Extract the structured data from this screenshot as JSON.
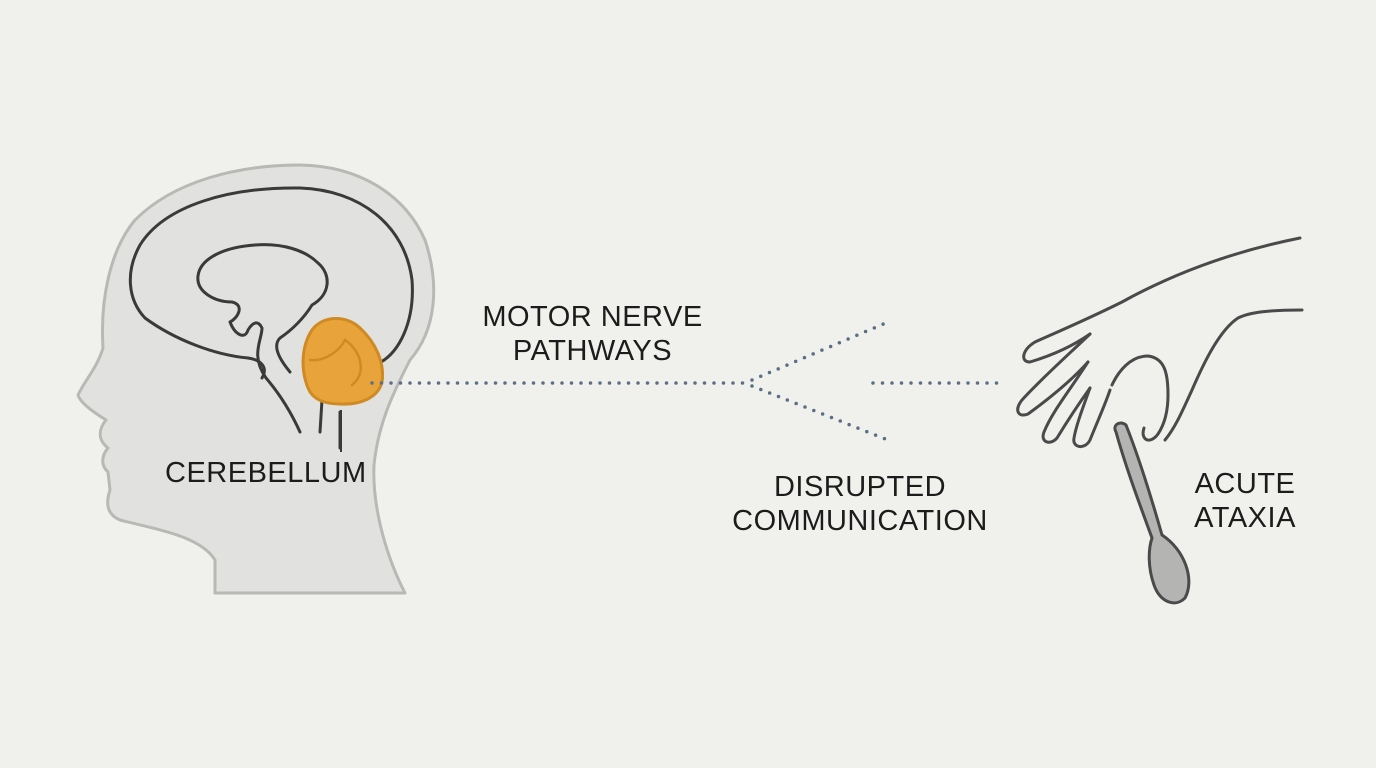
{
  "labels": {
    "cerebellum": "CEREBELLUM",
    "pathways_line1": "MOTOR NERVE",
    "pathways_line2": "PATHWAYS",
    "disrupted_line1": "DISRUPTED",
    "disrupted_line2": "COMMUNICATION",
    "ataxia_line1": "ACUTE",
    "ataxia_line2": "ATAXIA"
  },
  "colors": {
    "background": "#f0f0ed",
    "head_fill": "#e1e1df",
    "head_outline": "#b8b8b5",
    "brain_line": "#3a3a3a",
    "cerebellum_fill": "#e8a33a",
    "cerebellum_outline": "#cf8a24",
    "signal_dots": "#5a6e86",
    "hand_line": "#4a4a4a",
    "spoon_fill": "#b4b4b2"
  },
  "icons": {
    "head": "head-profile-icon",
    "brain": "brain-icon",
    "cerebellum": "cerebellum-icon",
    "hand": "hand-icon",
    "spoon": "spoon-icon"
  }
}
